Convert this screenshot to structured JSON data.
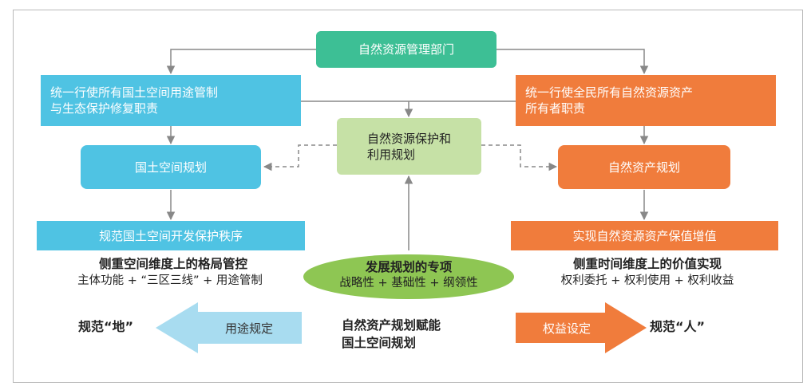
{
  "top": {
    "label": "自然资源管理部门"
  },
  "left": {
    "duty_line1": "统一行使所有国土空间用途管制",
    "duty_line2": "与生态保护修复职责",
    "plan": "国土空间规划",
    "goal": "规范国土空间开发保护秩序",
    "focus_title": "侧重空间维度上的格局管控",
    "focus_sub": "主体功能 + “三区三线” + 用途管制",
    "arrow": "用途规定",
    "norm": "规范“地”"
  },
  "right": {
    "duty_line1": "统一行使全民所有自然资源资产",
    "duty_line2": "所有者职责",
    "plan": "自然资产规划",
    "goal": "实现自然资源资产保值增值",
    "focus_title": "侧重时间维度上的价值实现",
    "focus_sub": "权利委托 + 权利使用 + 权利收益",
    "arrow": "权益设定",
    "norm": "规范“人”"
  },
  "middle": {
    "plan_line1": "自然资源保护和",
    "plan_line2": "利用规划",
    "ellipse_title": "发展规划的专项",
    "ellipse_sub": "战略性 + 基础性 + 纲领性",
    "bottom_line1": "自然资产规划赋能",
    "bottom_line2": "国土空间规划"
  },
  "colors": {
    "teal": "#3dbf95",
    "blue": "#4fc3e3",
    "orange": "#f07c3c",
    "green_fill": "#c6e1a6",
    "green_ellipse": "#8ec653",
    "light_blue_arrow": "#a8dcf0"
  }
}
